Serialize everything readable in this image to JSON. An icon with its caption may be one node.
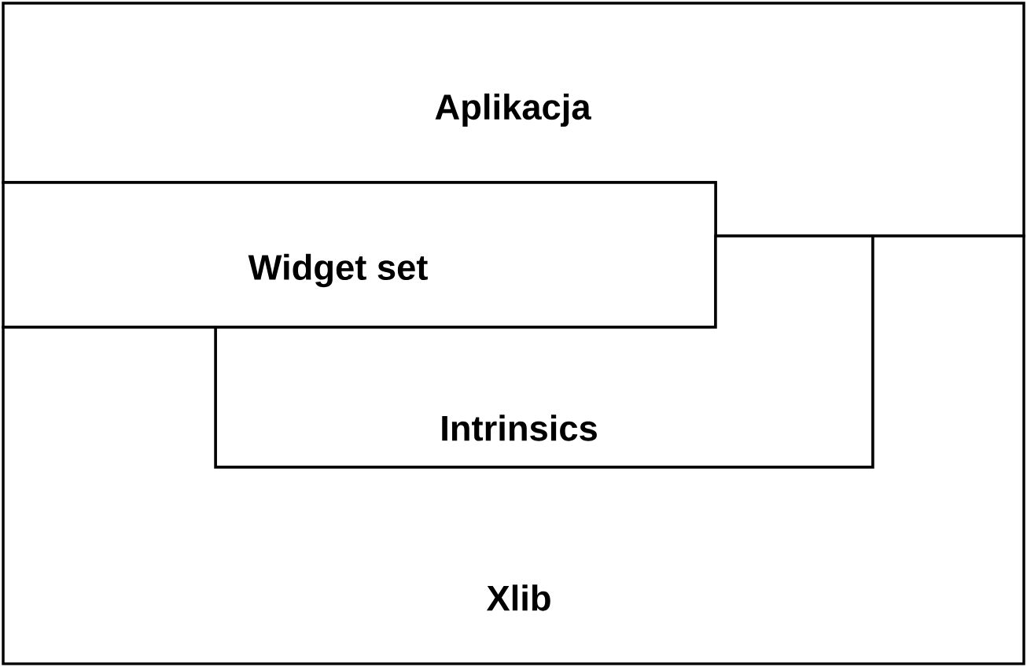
{
  "diagram": {
    "nodes": [
      {
        "text": [
          "Aplikacja"
        ]
      },
      {
        "text": [
          "Widget set"
        ]
      },
      {
        "text": [
          "Intrinsics"
        ]
      },
      {
        "text": [
          "Xlib"
        ]
      }
    ]
  }
}
